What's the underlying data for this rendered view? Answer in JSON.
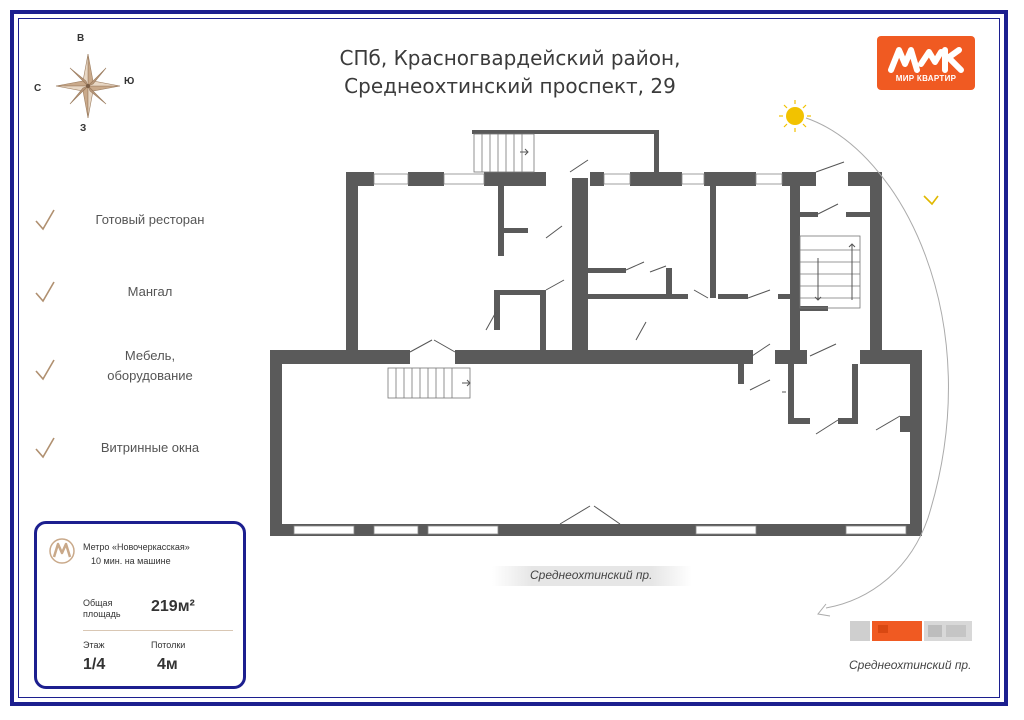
{
  "title": {
    "line1": "СПб, Красногвардейский район,",
    "line2": "Среднеохтинский проспект, 29"
  },
  "logo": {
    "text": "МИР КВАРТИР",
    "color": "#f05a22"
  },
  "compass": {
    "north": "В",
    "south": "З",
    "west": "С",
    "east": "Ю"
  },
  "features": [
    {
      "label": "Готовый ресторан"
    },
    {
      "label": "Мангал"
    },
    {
      "label": "Мебель,\nоборудование"
    },
    {
      "label": "Витринные окна"
    }
  ],
  "info": {
    "metro_name": "Метро «Новочеркасская»",
    "metro_time": "10 мин. на машине",
    "area_label": "Общая\nплощадь",
    "area_value": "219м²",
    "floor_label": "Этаж",
    "floor_value": "1/4",
    "ceiling_label": "Потолки",
    "ceiling_value": "4м"
  },
  "street_main": "Среднеохтинский пр.",
  "street_minimap": "Среднеохтинский пр.",
  "colors": {
    "frame": "#1c1f8f",
    "wall": "#5a5a5a",
    "accent": "#f05a22",
    "check": "#b09070",
    "sun": "#f2c200",
    "window": "#e6e6e6"
  },
  "icons": [
    "compass-rose-icon",
    "sun-icon",
    "moon-icon",
    "check-icon",
    "metro-icon",
    "logo-icon"
  ]
}
